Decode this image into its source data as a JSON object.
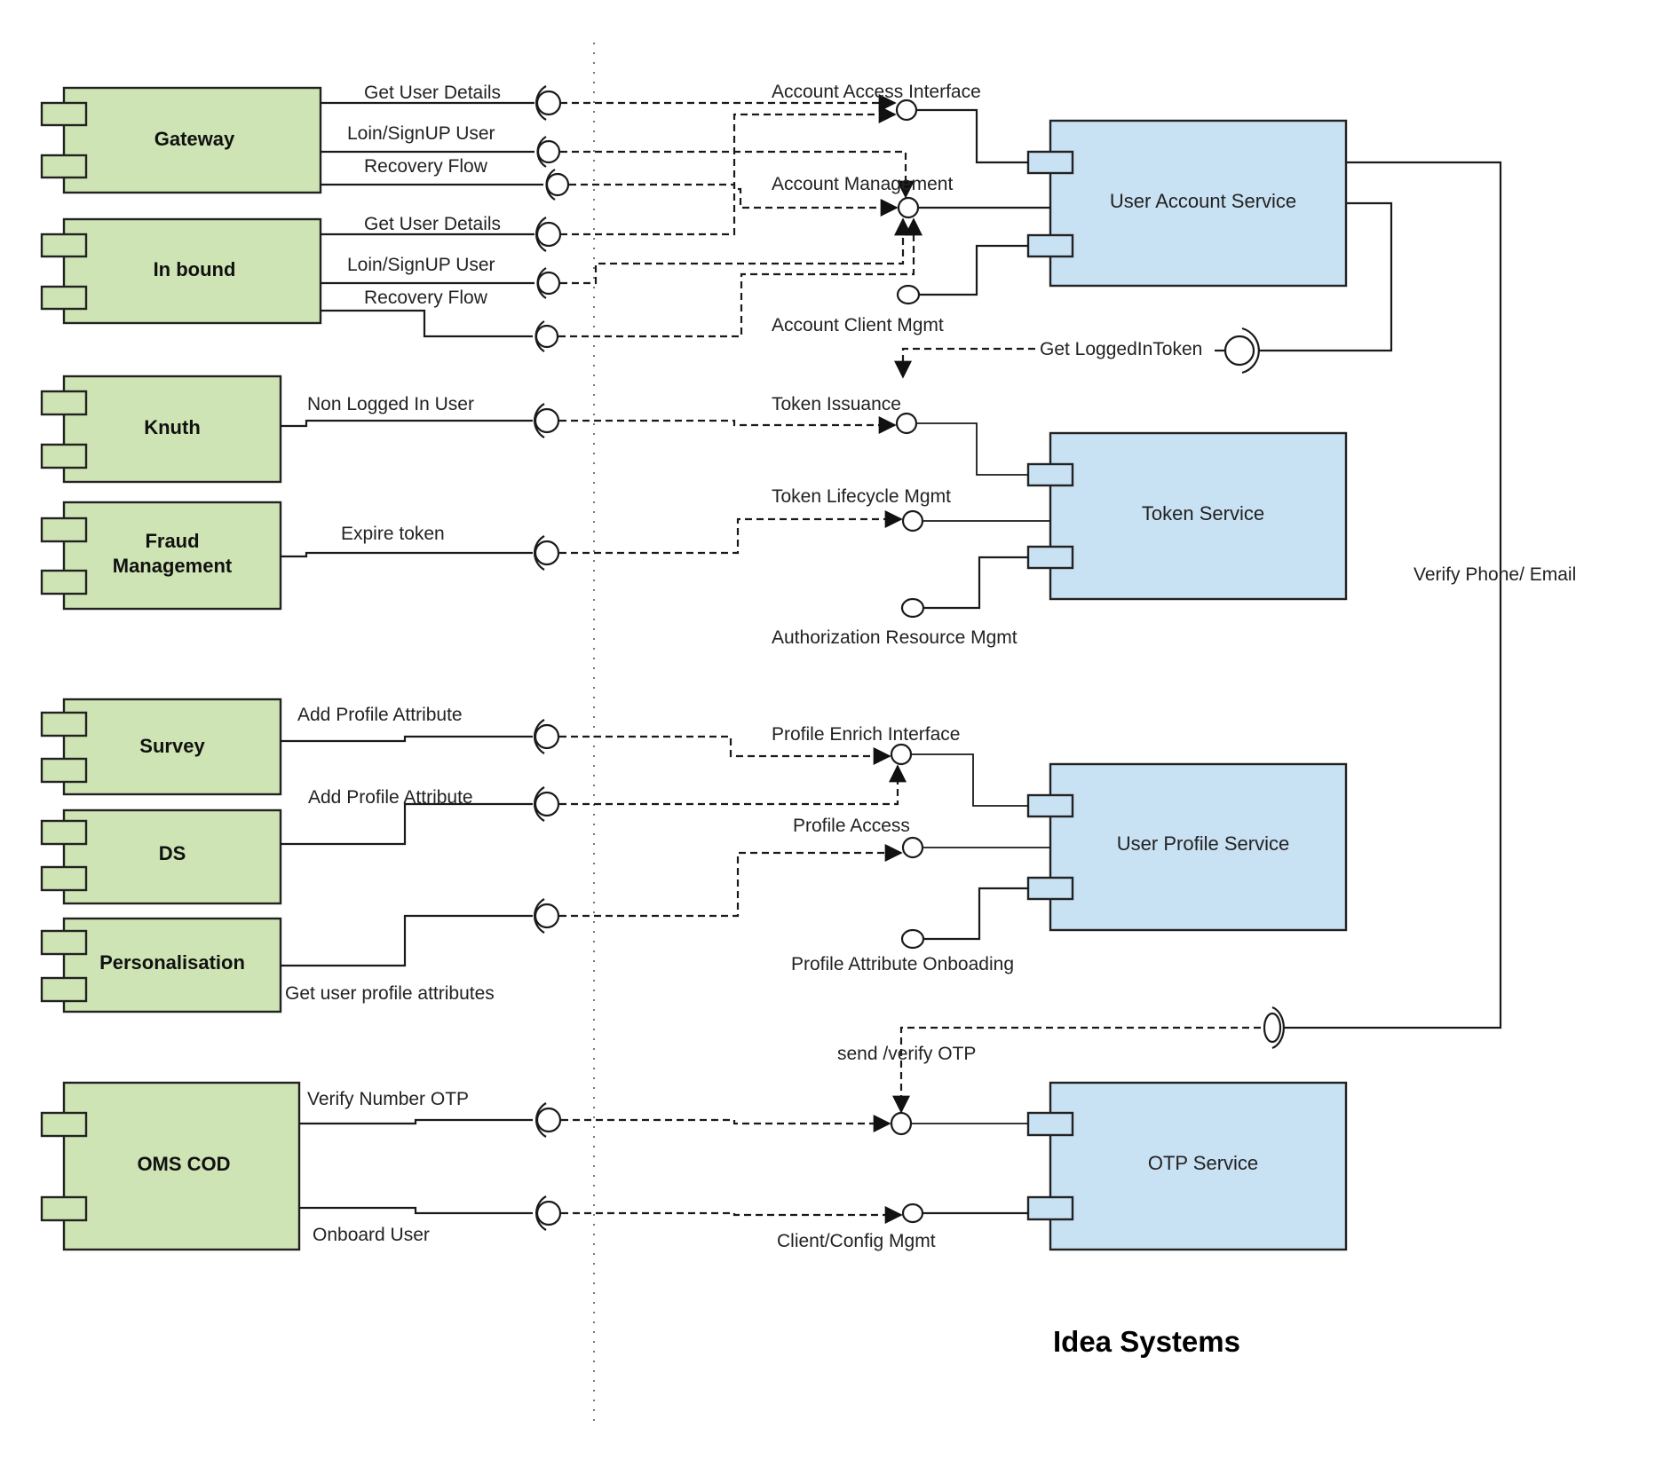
{
  "title": "Idea Systems",
  "colors": {
    "consumer_fill": "#cfe4b4",
    "service_fill": "#c8e1f3",
    "line": "#1a1a1a"
  },
  "consumers": [
    {
      "id": "gateway",
      "label": "Gateway"
    },
    {
      "id": "inbound",
      "label": "In bound"
    },
    {
      "id": "knuth",
      "label": "Knuth"
    },
    {
      "id": "fraud",
      "label_lines": [
        "Fraud",
        "Management"
      ]
    },
    {
      "id": "survey",
      "label": "Survey"
    },
    {
      "id": "ds",
      "label": "DS"
    },
    {
      "id": "personalisation",
      "label": "Personalisation"
    },
    {
      "id": "omscod",
      "label": "OMS COD"
    }
  ],
  "services": [
    {
      "id": "uas",
      "label": "User Account Service",
      "interfaces": [
        "Account Access Interface",
        "Account Management",
        "Account Client Mgmt"
      ]
    },
    {
      "id": "token",
      "label": "Token Service",
      "interfaces": [
        "Token Issuance",
        "Token Lifecycle Mgmt",
        "Authorization Resource Mgmt"
      ]
    },
    {
      "id": "profile",
      "label": "User Profile Service",
      "interfaces": [
        "Profile Enrich Interface",
        "Profile Access",
        "Profile Attribute Onboading"
      ]
    },
    {
      "id": "otp",
      "label": "OTP Service",
      "interfaces": [
        "send /verify OTP",
        "Client/Config Mgmt"
      ]
    }
  ],
  "required_interfaces": {
    "gateway": [
      "Get User Details",
      "Loin/SignUP User",
      "Recovery Flow"
    ],
    "inbound": [
      "Get User Details",
      "Loin/SignUP User",
      "Recovery Flow"
    ],
    "knuth": [
      "Non Logged In User"
    ],
    "fraud": [
      "Expire token"
    ],
    "survey": [
      "Add Profile Attribute"
    ],
    "ds": [
      "Add Profile Attribute"
    ],
    "personalisation": [
      "Get user profile attributes"
    ],
    "omscod": [
      "Verify Number OTP",
      "Onboard User"
    ]
  },
  "service_links": {
    "uas_to_token": "Get LoggedInToken",
    "uas_to_otp": "Verify Phone/ Email"
  }
}
